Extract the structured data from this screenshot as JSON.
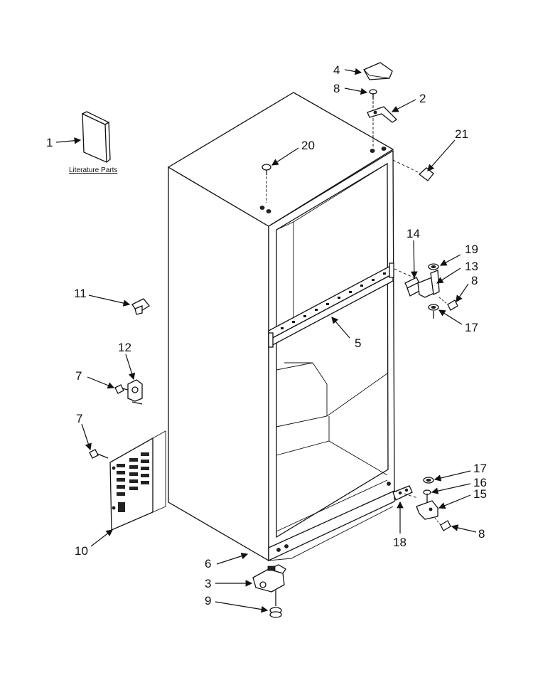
{
  "diagram": {
    "literature_caption": "Literature Parts",
    "callouts": [
      {
        "id": "c1",
        "text": "1"
      },
      {
        "id": "c2",
        "text": "2"
      },
      {
        "id": "c3",
        "text": "3"
      },
      {
        "id": "c4",
        "text": "4"
      },
      {
        "id": "c5",
        "text": "5"
      },
      {
        "id": "c6",
        "text": "6"
      },
      {
        "id": "c7a",
        "text": "7"
      },
      {
        "id": "c7b",
        "text": "7"
      },
      {
        "id": "c8a",
        "text": "8"
      },
      {
        "id": "c8b",
        "text": "8"
      },
      {
        "id": "c8c",
        "text": "8"
      },
      {
        "id": "c9",
        "text": "9"
      },
      {
        "id": "c10",
        "text": "10"
      },
      {
        "id": "c11",
        "text": "11"
      },
      {
        "id": "c12",
        "text": "12"
      },
      {
        "id": "c13",
        "text": "13"
      },
      {
        "id": "c14",
        "text": "14"
      },
      {
        "id": "c15",
        "text": "15"
      },
      {
        "id": "c16",
        "text": "16"
      },
      {
        "id": "c17a",
        "text": "17"
      },
      {
        "id": "c17b",
        "text": "17"
      },
      {
        "id": "c18",
        "text": "18"
      },
      {
        "id": "c19",
        "text": "19"
      },
      {
        "id": "c20",
        "text": "20"
      },
      {
        "id": "c21",
        "text": "21"
      }
    ]
  }
}
